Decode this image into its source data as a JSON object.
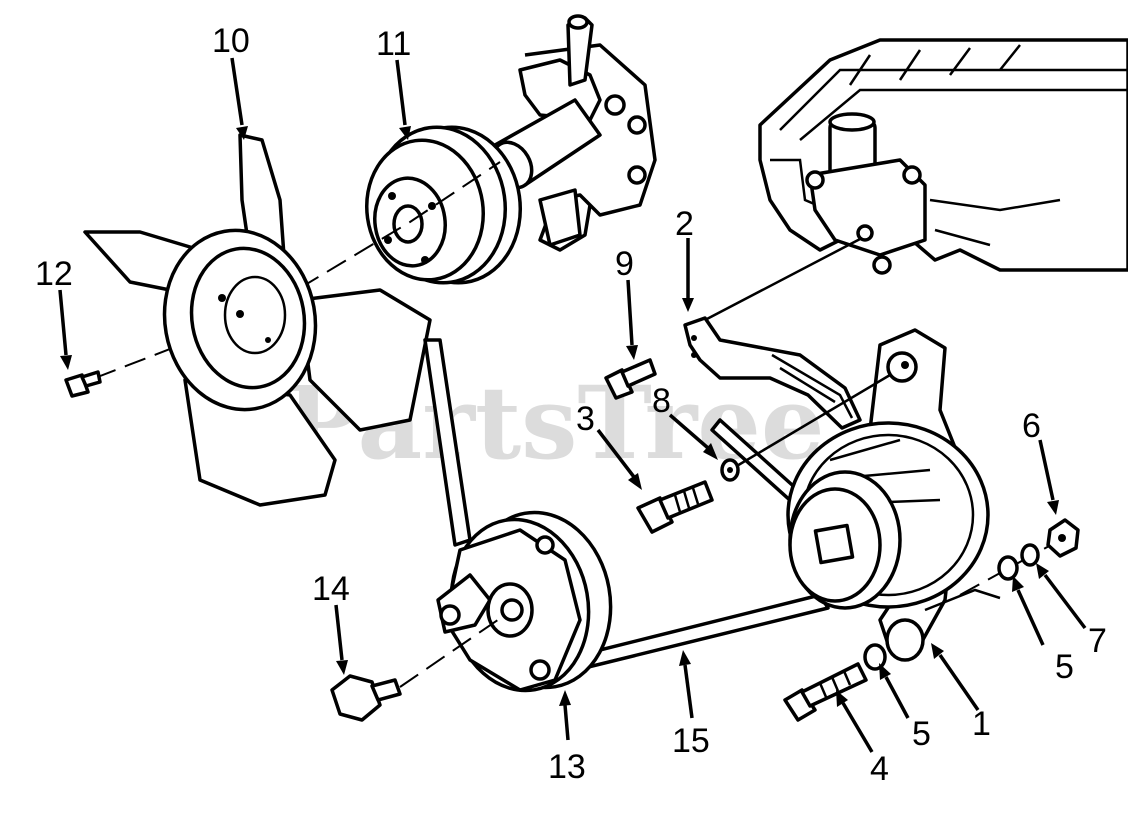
{
  "watermark": "PartsTree",
  "callouts": [
    "10",
    "11",
    "12",
    "2",
    "9",
    "8",
    "3",
    "6",
    "14",
    "5",
    "7",
    "5",
    "1",
    "4",
    "15",
    "13"
  ]
}
